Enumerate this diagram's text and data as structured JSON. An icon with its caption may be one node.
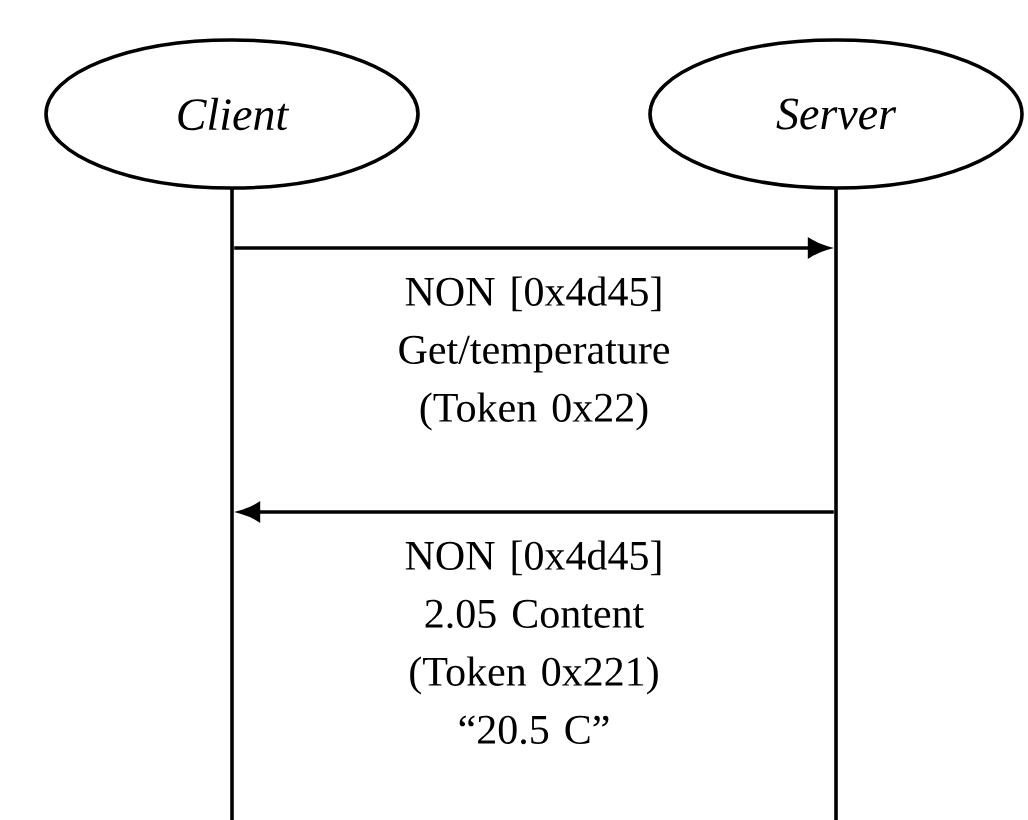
{
  "diagram": {
    "nodes": [
      {
        "text": [
          "Client"
        ]
      },
      {
        "text": [
          "Server"
        ]
      },
      {
        "text": [],
        "shape": "line"
      },
      {
        "text": [],
        "shape": "line"
      }
    ],
    "edges": [
      {
        "from": 2,
        "to": 3,
        "arrow": "to",
        "label": "NON [0x4d45] Get/temperature (Token 0x22)"
      },
      {
        "from": 3,
        "to": 2,
        "arrow": "to",
        "label": "NON [0x4d45] 2.05 Content (Token 0x221) “20.5 C”"
      }
    ]
  }
}
